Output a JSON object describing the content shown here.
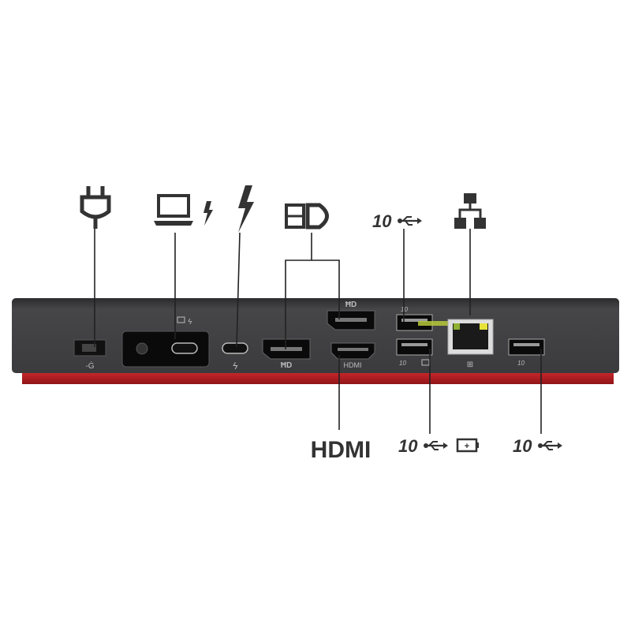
{
  "callouts": {
    "power": {
      "icon": "power-plug-icon"
    },
    "laptop_charge": {
      "icon": "laptop-bolt-icon"
    },
    "thunderbolt": {
      "icon": "thunderbolt-icon"
    },
    "displayport": {
      "icon": "displayport-icon"
    },
    "usb_top": {
      "speed": "10",
      "icon": "usb-icon"
    },
    "ethernet": {
      "icon": "network-icon"
    },
    "hdmi": {
      "label": "HDMI"
    },
    "usb_charge": {
      "speed": "10",
      "icon": "usb-battery-icon"
    },
    "usb_right": {
      "speed": "10",
      "icon": "usb-icon"
    }
  },
  "device": {
    "hdmi_port_label": "HDMI",
    "body_color": "#3a3a3c",
    "accent_color": "#b81c22",
    "ethernet_led_color": "#e6e23a"
  }
}
